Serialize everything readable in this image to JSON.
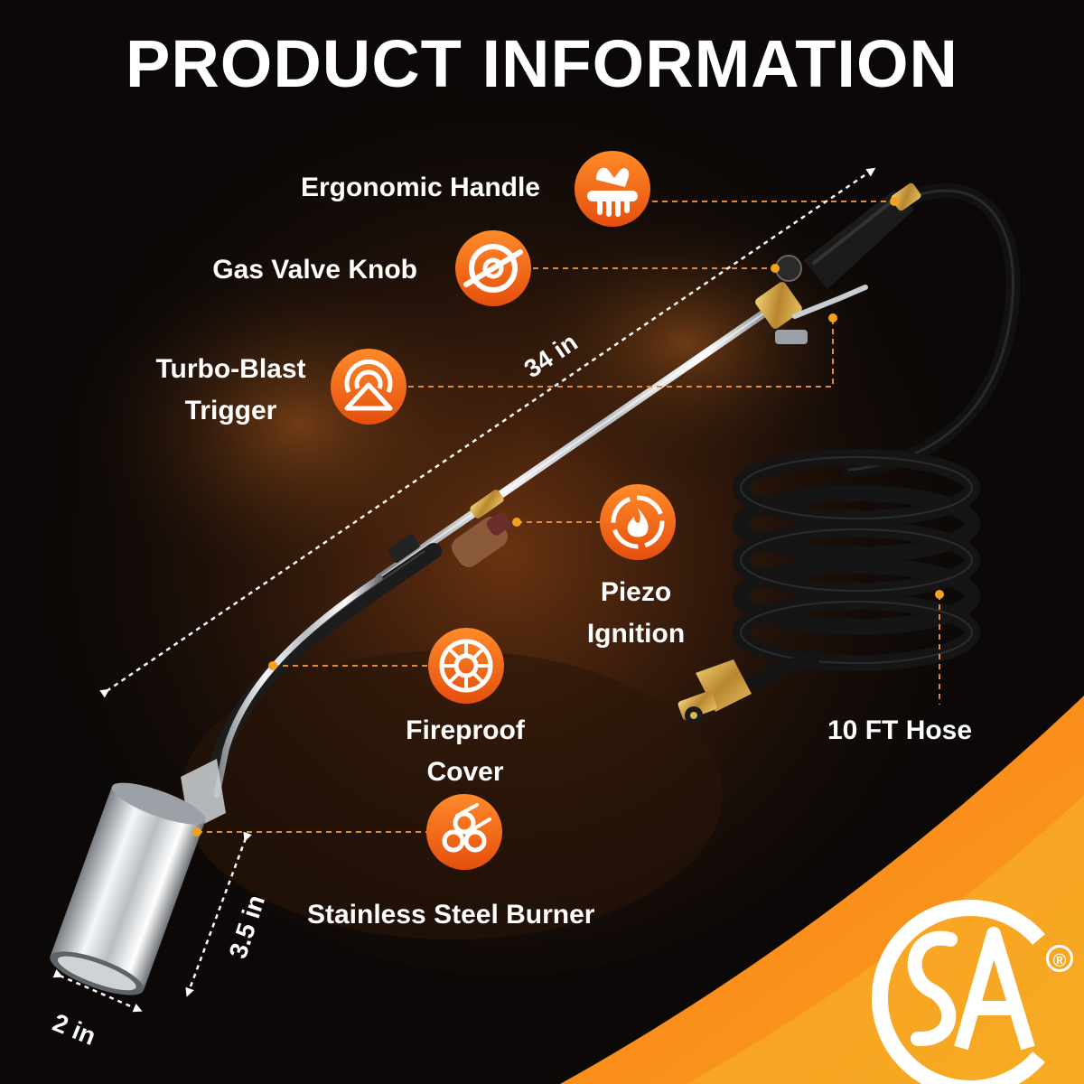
{
  "title": "PRODUCT INFORMATION",
  "colors": {
    "accent": "#f26b1d",
    "accent_dark": "#e2500f",
    "text": "#ffffff",
    "background": "#0b0807"
  },
  "features": [
    {
      "lines": [
        "Ergonomic Handle"
      ],
      "icon": "hand-grip-icon"
    },
    {
      "lines": [
        "Gas Valve Knob"
      ],
      "icon": "valve-knob-icon"
    },
    {
      "lines": [
        "Turbo-Blast",
        "Trigger"
      ],
      "icon": "trigger-blast-icon"
    },
    {
      "lines": [
        "Piezo",
        "Ignition"
      ],
      "icon": "flame-ignition-icon"
    },
    {
      "lines": [
        "Fireproof",
        "Cover"
      ],
      "icon": "fireproof-cover-icon"
    },
    {
      "lines": [
        "Stainless Steel Burner"
      ],
      "icon": "steel-pipes-icon"
    },
    {
      "lines": [
        "10 FT Hose"
      ],
      "icon": ""
    }
  ],
  "dimensions": {
    "length": "34 in",
    "burner_length": "3.5 in",
    "burner_diameter": "2 in"
  },
  "certification": {
    "mark": "CSA",
    "registered_symbol": "®"
  }
}
